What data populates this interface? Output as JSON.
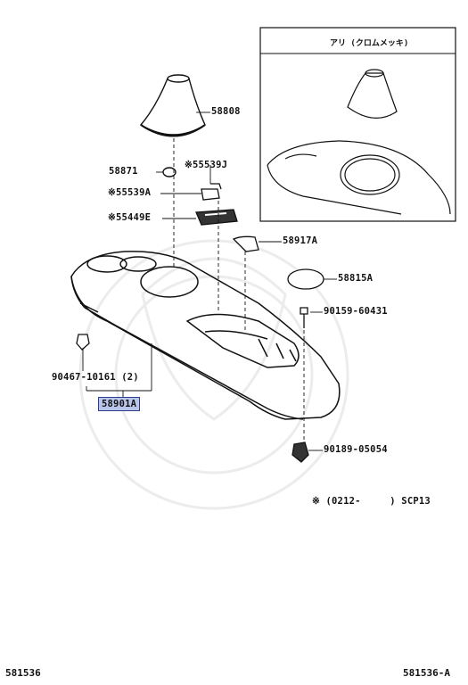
{
  "inset": {
    "title": "アリ (クロムメッキ)"
  },
  "labels": {
    "boot": "58808",
    "ring": "58871",
    "clip_j": "※55539J",
    "clip_a": "※55539A",
    "plate": "※55449E",
    "holder": "58917A",
    "cover": "58815A",
    "screw": "90159-60431",
    "clip_left": "90467-10161 (2)",
    "console": "58901A",
    "clip_bottom": "90189-05054"
  },
  "note": "※ (0212-     ) SCP13",
  "footer": {
    "left": "581536",
    "right": "581536-A"
  },
  "colors": {
    "highlight": "#b9c6ea",
    "highlight_border": "#2d3c8f"
  }
}
